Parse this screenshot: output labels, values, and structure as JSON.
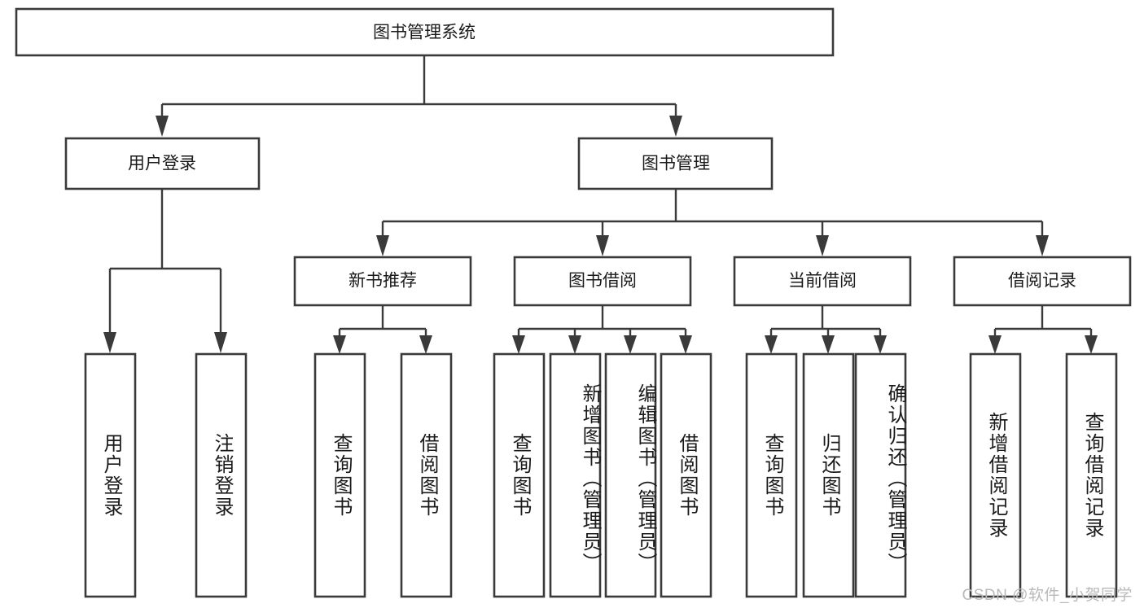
{
  "diagram": {
    "title": "图书管理系统",
    "type": "tree-hierarchy-diagram",
    "watermark": "CSDN @软件_小贺同学",
    "colors": {
      "stroke": "#3a3a3a",
      "fill": "#ffffff",
      "text": "#1a1a1a",
      "watermark": "#b9b9b9"
    },
    "root": {
      "label": "图书管理系统"
    },
    "level2": [
      {
        "label": "用户登录"
      },
      {
        "label": "图书管理"
      }
    ],
    "level3": [
      {
        "label": "新书推荐"
      },
      {
        "label": "图书借阅"
      },
      {
        "label": "当前借阅"
      },
      {
        "label": "借阅记录"
      }
    ],
    "leaves": {
      "user_login": [
        {
          "label": "用户登录"
        },
        {
          "label": "注销登录"
        }
      ],
      "new_book_recommend": [
        {
          "label": "查询图书"
        },
        {
          "label": "借阅图书"
        }
      ],
      "book_borrow": [
        {
          "label": "查询图书"
        },
        {
          "label": "新增图书（管理员）"
        },
        {
          "label": "编辑图书（管理员）"
        },
        {
          "label": "借阅图书"
        }
      ],
      "current_borrow": [
        {
          "label": "查询图书"
        },
        {
          "label": "归还图书"
        },
        {
          "label": "确认归还（管理员）"
        }
      ],
      "borrow_record": [
        {
          "label": "新增借阅记录"
        },
        {
          "label": "查询借阅记录"
        }
      ]
    }
  }
}
